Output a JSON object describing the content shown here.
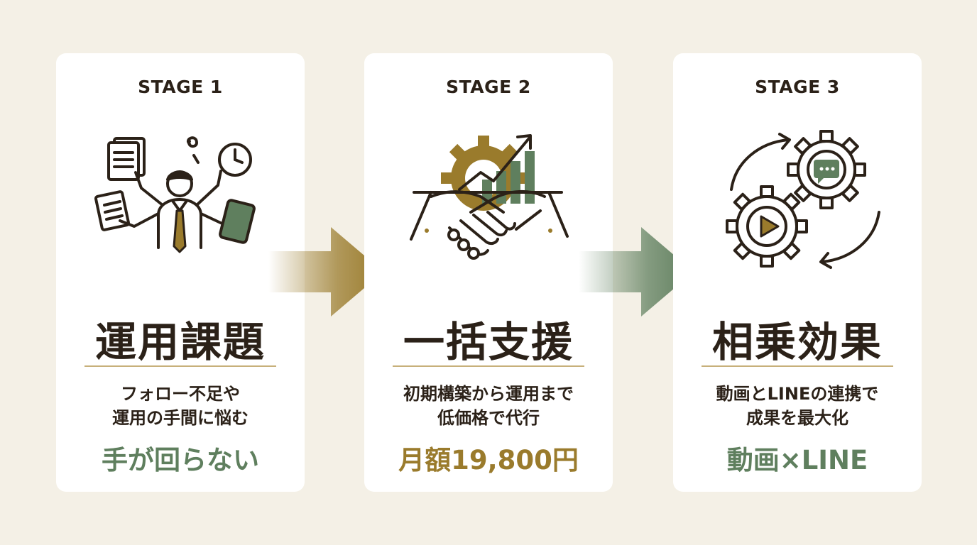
{
  "colors": {
    "background": "#f4f0e6",
    "card": "#ffffff",
    "dark": "#2b2118",
    "gold": "#9a7b2c",
    "green": "#5f7f5e"
  },
  "stages": [
    {
      "label": "STAGE 1",
      "icon": "overwhelmed-person-icon",
      "title": "運用課題",
      "desc_lines": [
        "フォロー不足や",
        "運用の手間に悩む"
      ],
      "highlight": "手が回らない",
      "highlight_color": "#5f7f5e"
    },
    {
      "label": "STAGE 2",
      "icon": "handshake-growth-icon",
      "title": "一括支援",
      "desc_lines": [
        "初期構築から運用まで",
        "低価格で代行"
      ],
      "highlight": "月額19,800円",
      "highlight_color": "#9a7b2c"
    },
    {
      "label": "STAGE 3",
      "icon": "synergy-gears-icon",
      "title": "相乗効果",
      "desc_lines": [
        "動画とLINEの連携で",
        "成果を最大化"
      ],
      "highlight": "動画×LINE",
      "highlight_color": "#5f7f5e"
    }
  ]
}
